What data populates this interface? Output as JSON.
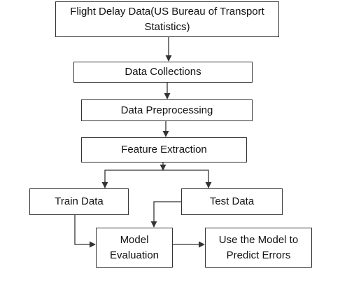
{
  "diagram": {
    "nodes": {
      "source": {
        "lines": [
          "Flight Delay Data(US Bureau of Transport",
          "Statistics)"
        ]
      },
      "collection": {
        "label": "Data Collections"
      },
      "preprocessing": {
        "label": "Data Preprocessing"
      },
      "feature": {
        "label": "Feature Extraction"
      },
      "train": {
        "label": "Train Data"
      },
      "test": {
        "label": "Test Data"
      },
      "evaluation": {
        "lines": [
          "Model",
          "Evaluation"
        ]
      },
      "predict": {
        "lines": [
          "Use the Model to",
          "Predict Errors"
        ]
      }
    },
    "edges": [
      {
        "from": "source",
        "to": "collection"
      },
      {
        "from": "collection",
        "to": "preprocessing"
      },
      {
        "from": "preprocessing",
        "to": "feature"
      },
      {
        "from": "feature",
        "to": "train"
      },
      {
        "from": "feature",
        "to": "test"
      },
      {
        "from": "train",
        "to": "evaluation"
      },
      {
        "from": "test",
        "to": "evaluation"
      },
      {
        "from": "evaluation",
        "to": "predict"
      }
    ],
    "colors": {
      "line": "#333333",
      "text": "#111111",
      "background": "#ffffff"
    }
  }
}
